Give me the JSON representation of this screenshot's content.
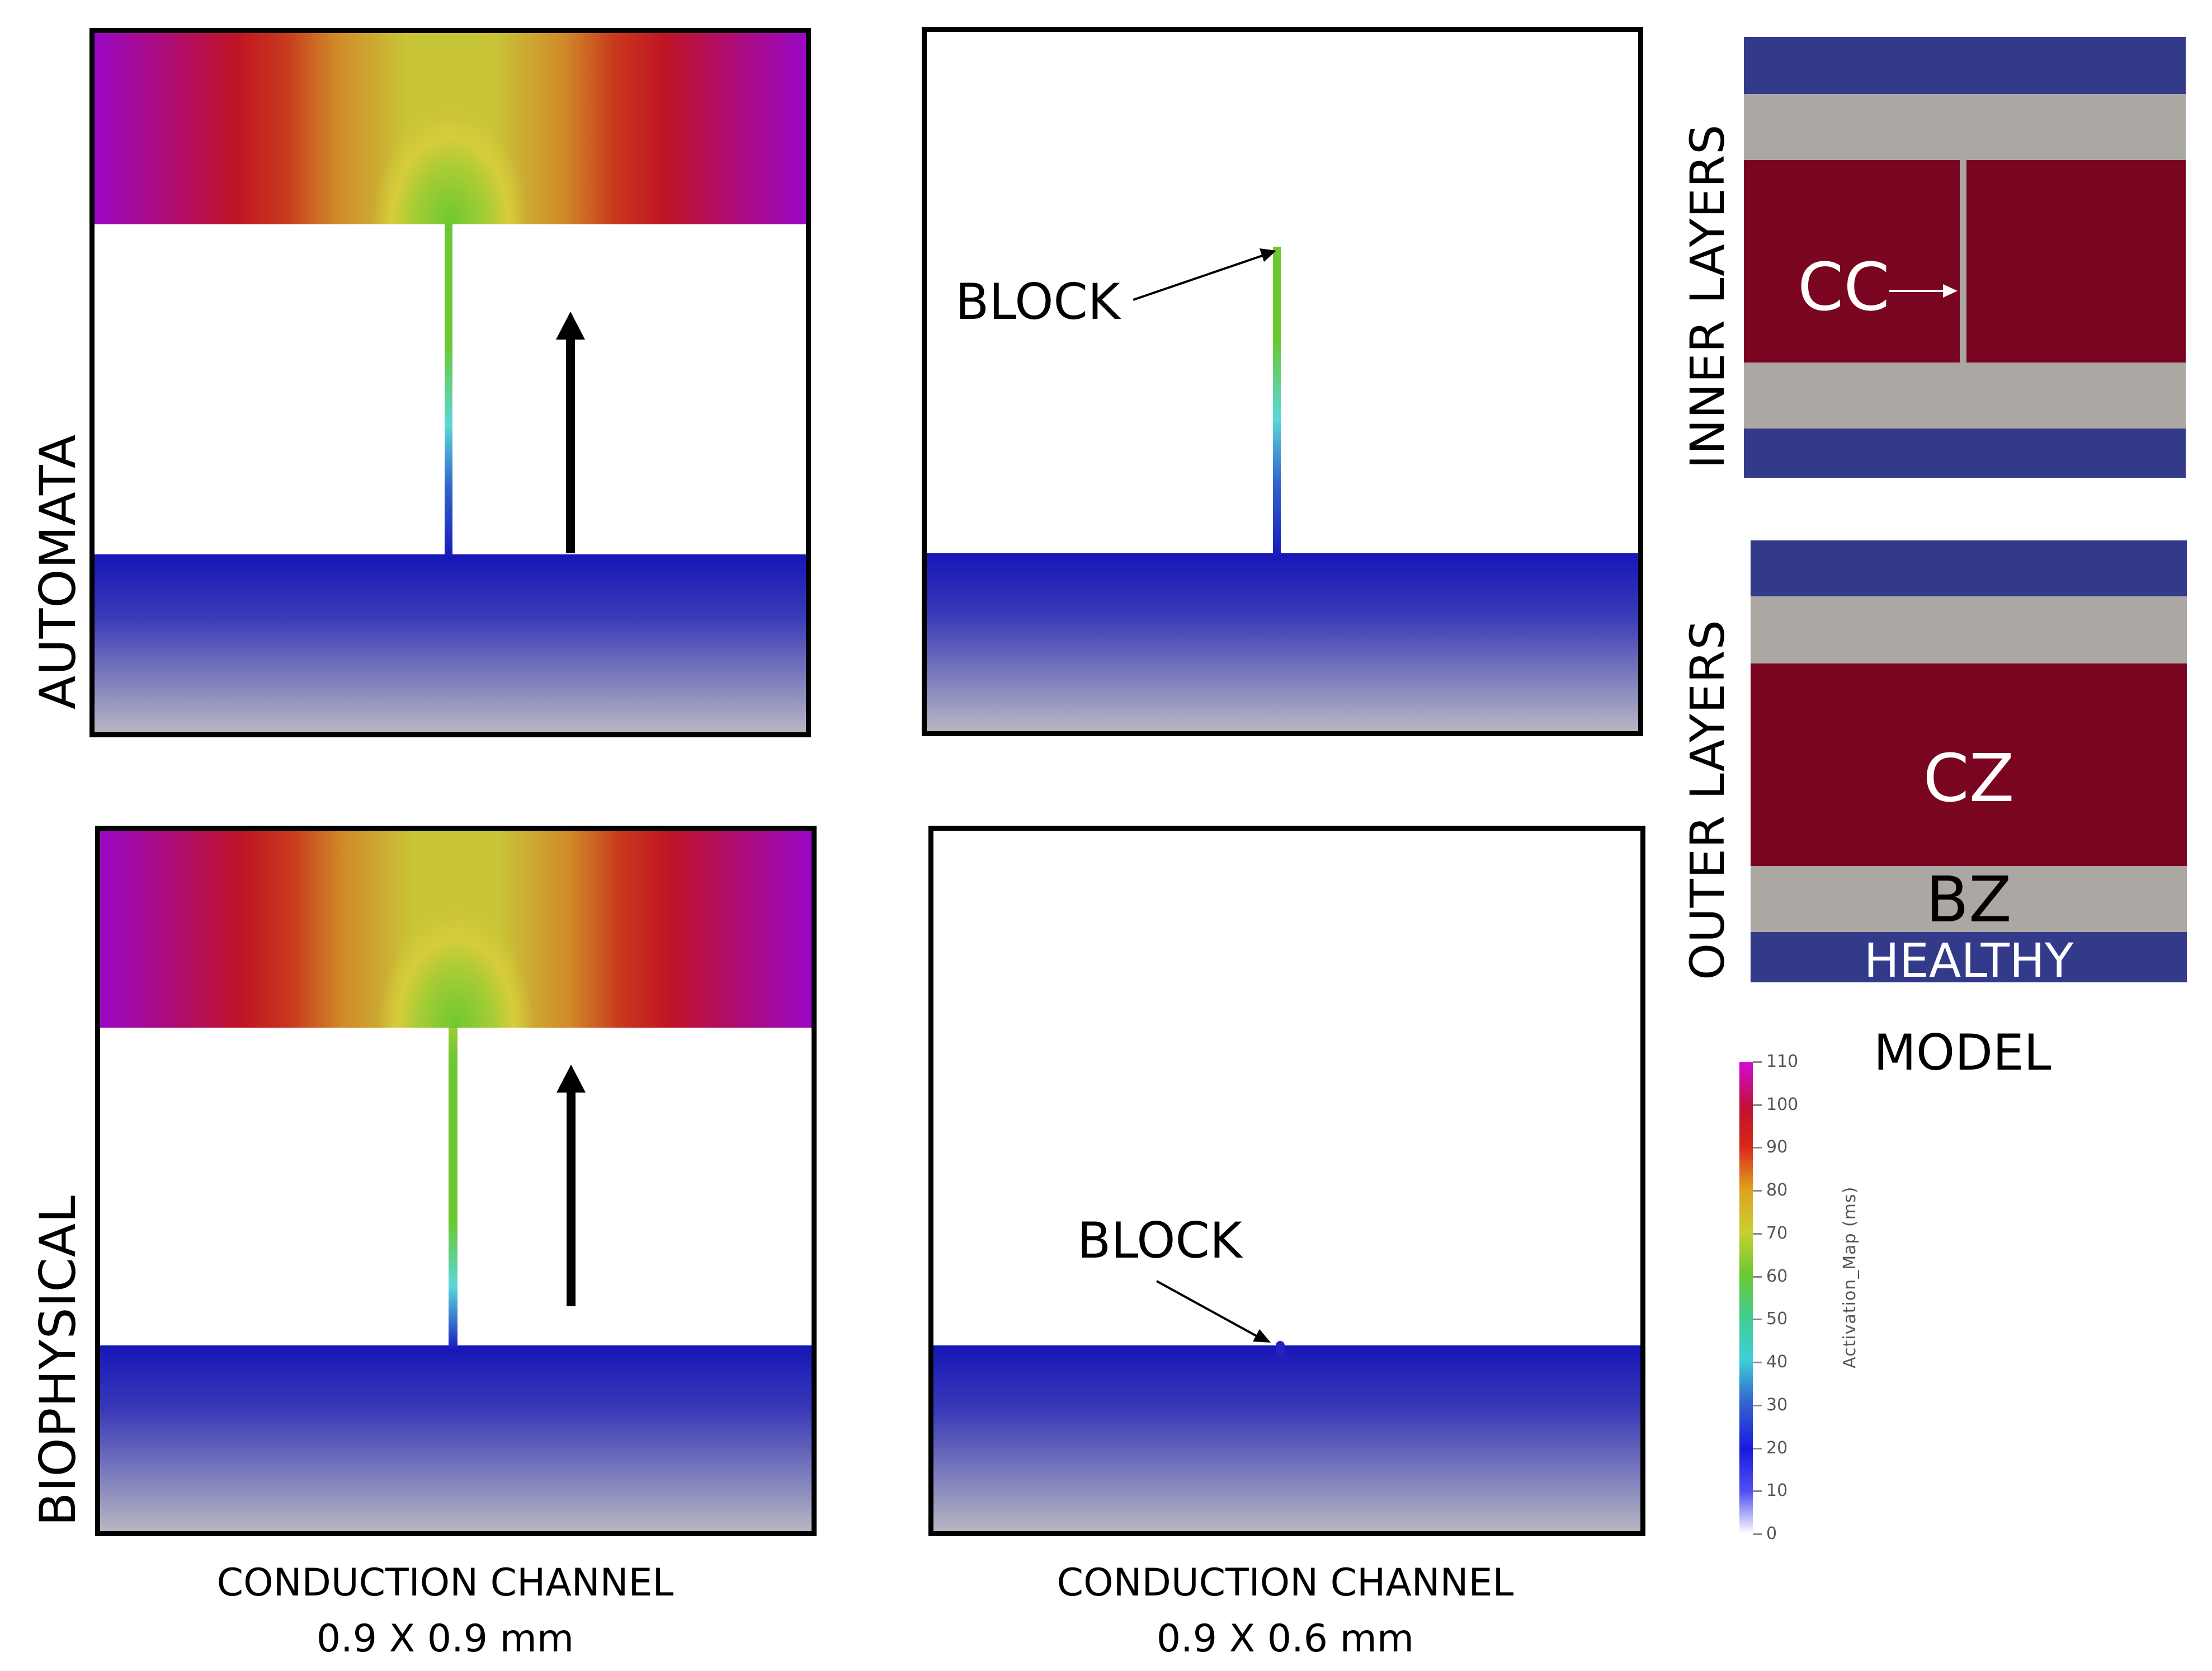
{
  "row_labels": {
    "automata": "AUTOMATA",
    "biophysical": "BIOPHYSICAL"
  },
  "captions": {
    "left": {
      "line1": "CONDUCTION CHANNEL",
      "line2": "0.9 X 0.9 mm"
    },
    "middle": {
      "line1": "CONDUCTION CHANNEL",
      "line2": "0.9 X 0.6 mm"
    }
  },
  "annotations": {
    "block_top": "BLOCK",
    "block_bottom": "BLOCK"
  },
  "model": {
    "inner_label": "INNER LAYERS",
    "outer_label": "OUTER LAYERS",
    "cc_label": "CC",
    "cz_label": "CZ",
    "bz_label": "BZ",
    "healthy_label": "HEALTHY",
    "title": "MODEL",
    "colors": {
      "healthy": "#343a8a",
      "border_zone": "#aba8a3",
      "core_zone": "#7a0520"
    }
  },
  "colorbar": {
    "title": "Activation_Map (ms)",
    "ticks": [
      "110",
      "100",
      "90",
      "80",
      "70",
      "60",
      "50",
      "40",
      "30",
      "20",
      "10",
      "0"
    ],
    "min": 0,
    "max": 110
  }
}
